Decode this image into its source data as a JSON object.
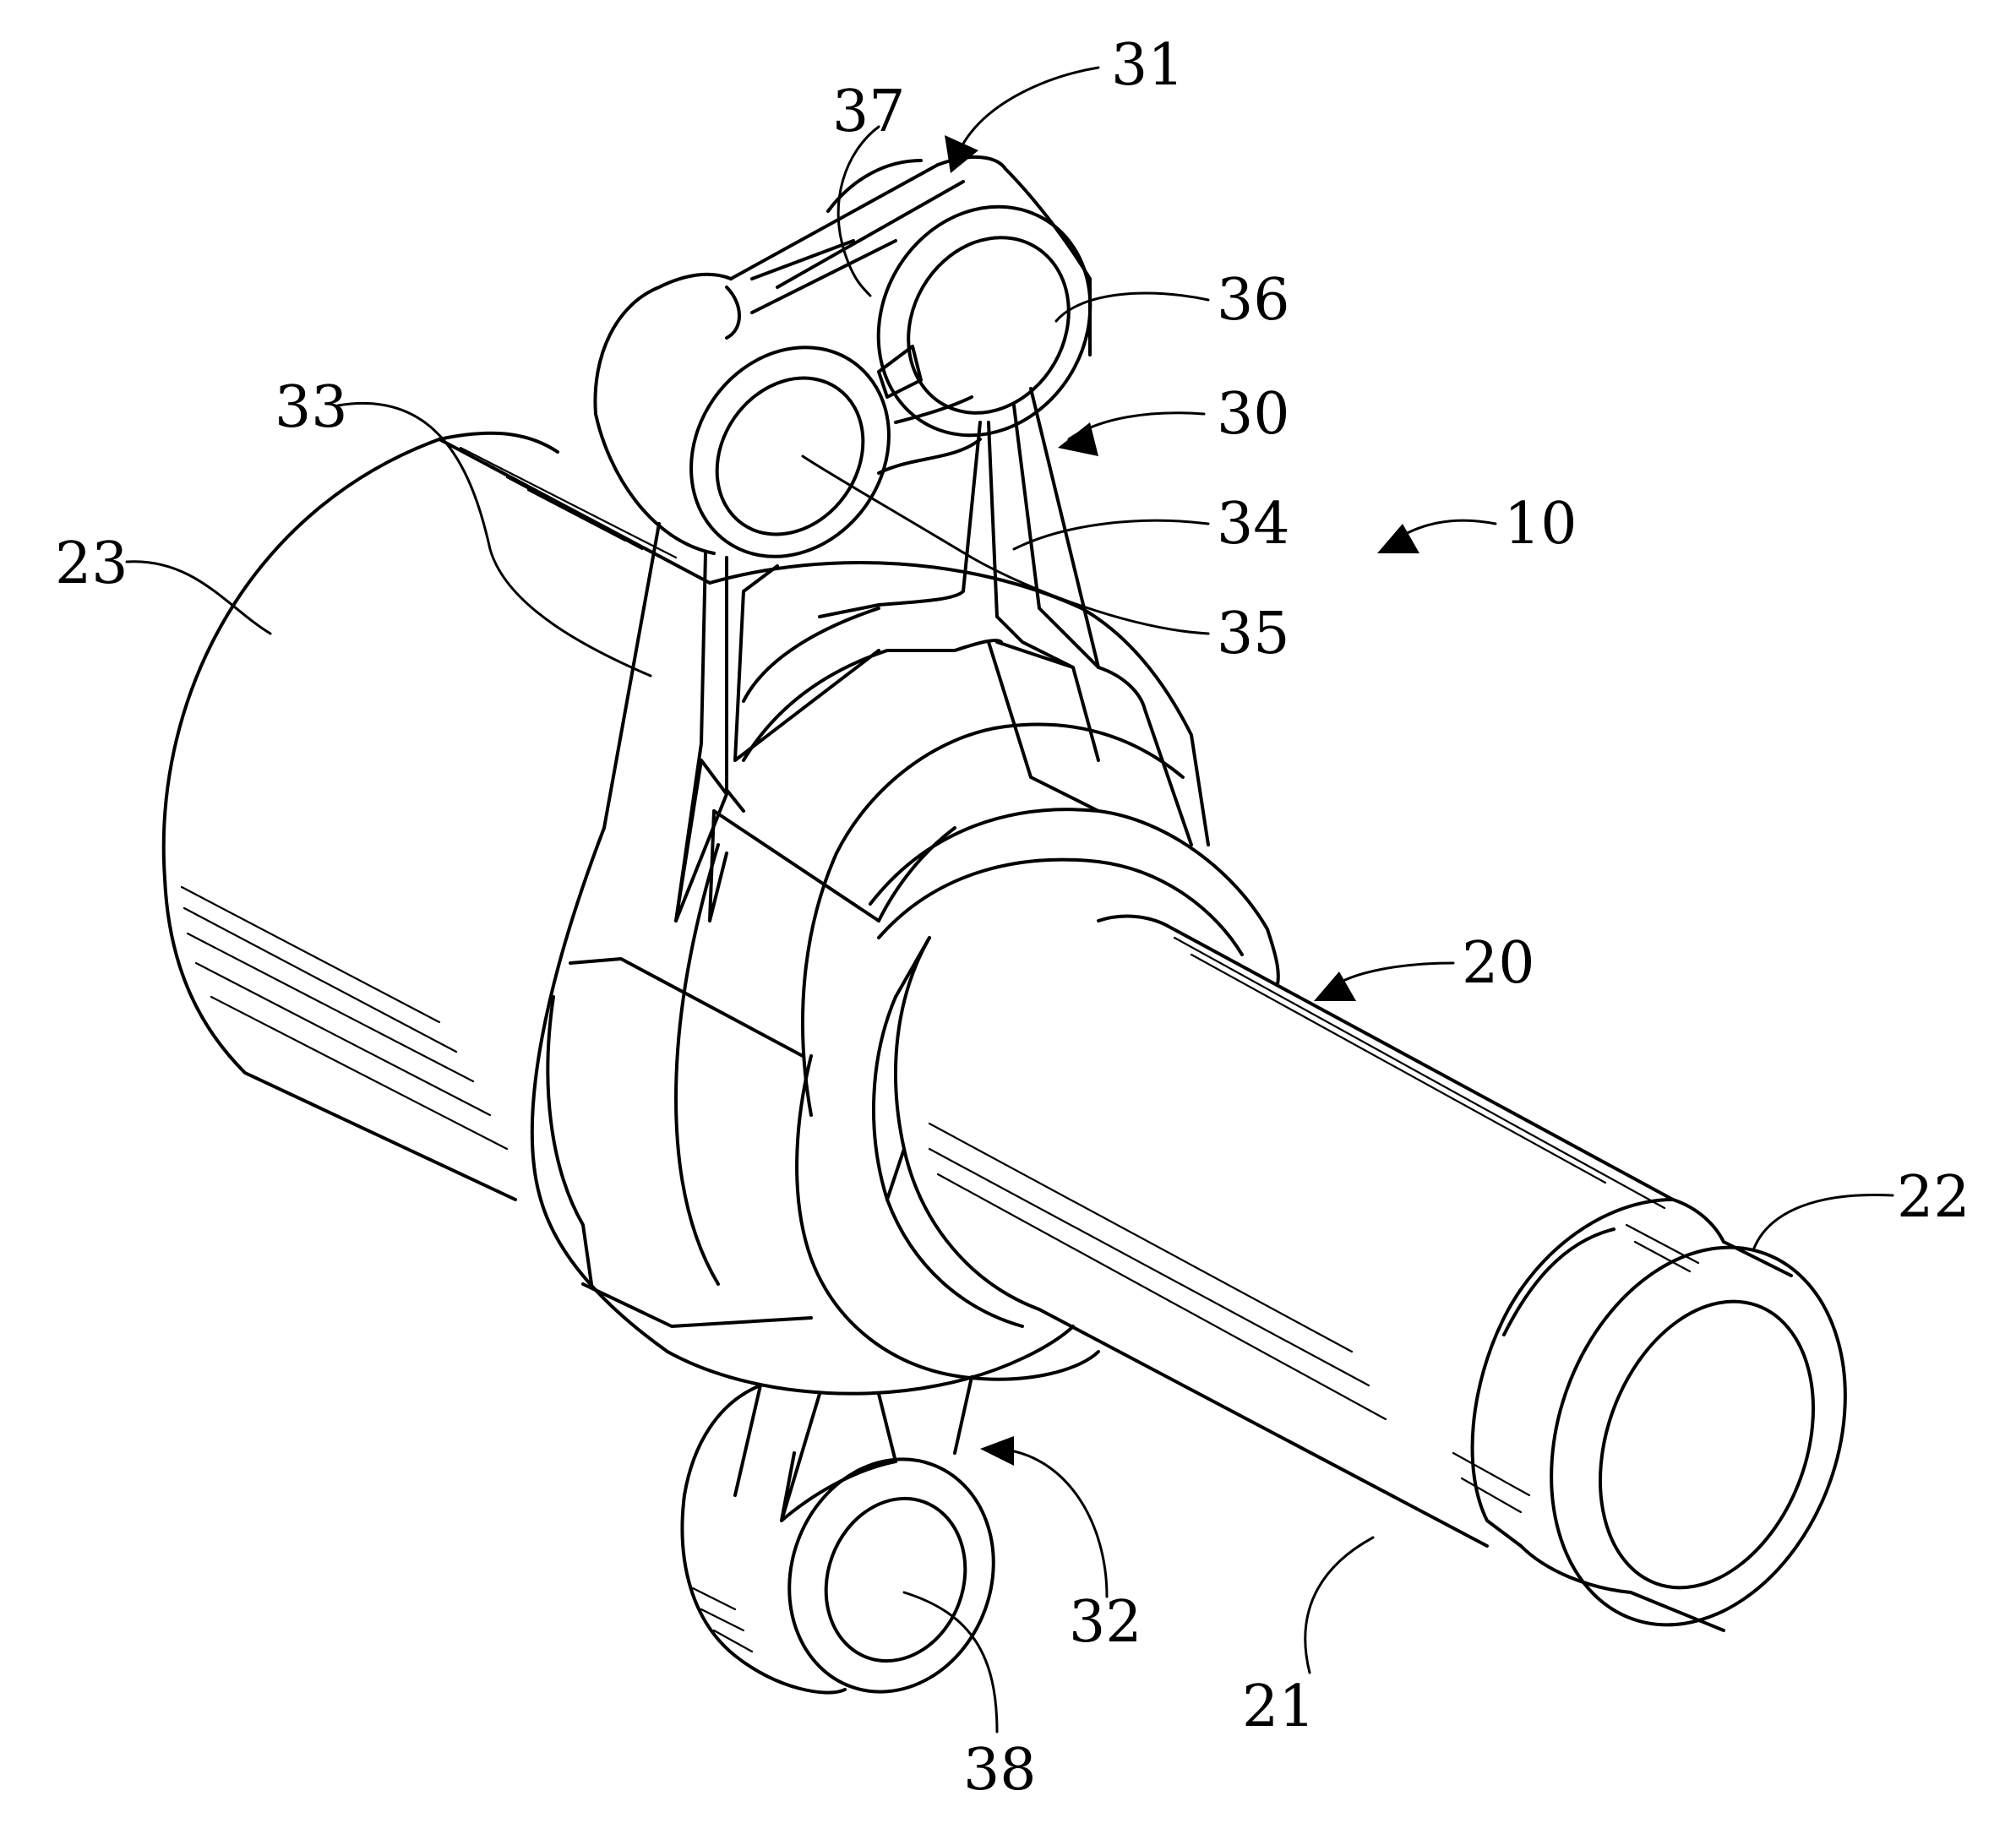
{
  "figure": {
    "reference_numerals": [
      {
        "id": "ref-31",
        "text": "31"
      },
      {
        "id": "ref-37",
        "text": "37"
      },
      {
        "id": "ref-36",
        "text": "36"
      },
      {
        "id": "ref-33",
        "text": "33"
      },
      {
        "id": "ref-30",
        "text": "30"
      },
      {
        "id": "ref-34",
        "text": "34"
      },
      {
        "id": "ref-10",
        "text": "10"
      },
      {
        "id": "ref-23",
        "text": "23"
      },
      {
        "id": "ref-35",
        "text": "35"
      },
      {
        "id": "ref-20",
        "text": "20"
      },
      {
        "id": "ref-22",
        "text": "22"
      },
      {
        "id": "ref-32",
        "text": "32"
      },
      {
        "id": "ref-21",
        "text": "21"
      },
      {
        "id": "ref-38",
        "text": "38"
      }
    ]
  }
}
